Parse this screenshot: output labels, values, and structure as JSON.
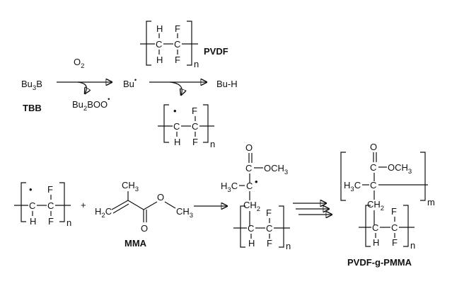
{
  "labels": {
    "tbb_formula": "Bu3B",
    "tbb_name": "TBB",
    "oxygen": "O2",
    "bu_radical": "Bu",
    "peroxy": "Bu2BOO",
    "pvdf_name": "PVDF",
    "buh": "Bu-H",
    "plus": "+",
    "mma_name": "MMA",
    "methyl": "CH3",
    "vinyl": "H2C",
    "ester_o": "O",
    "ester_och3": "OCH3",
    "ch2": "CH2",
    "ch3_left": "H3C",
    "graft_name": "PVDF-g-PMMA",
    "sub_n": "n",
    "sub_m": "m",
    "atom_h": "H",
    "atom_f": "F",
    "atom_c": "C",
    "radical_dot": "•"
  },
  "colors": {
    "ink": "#111111",
    "background": "#ffffff"
  }
}
